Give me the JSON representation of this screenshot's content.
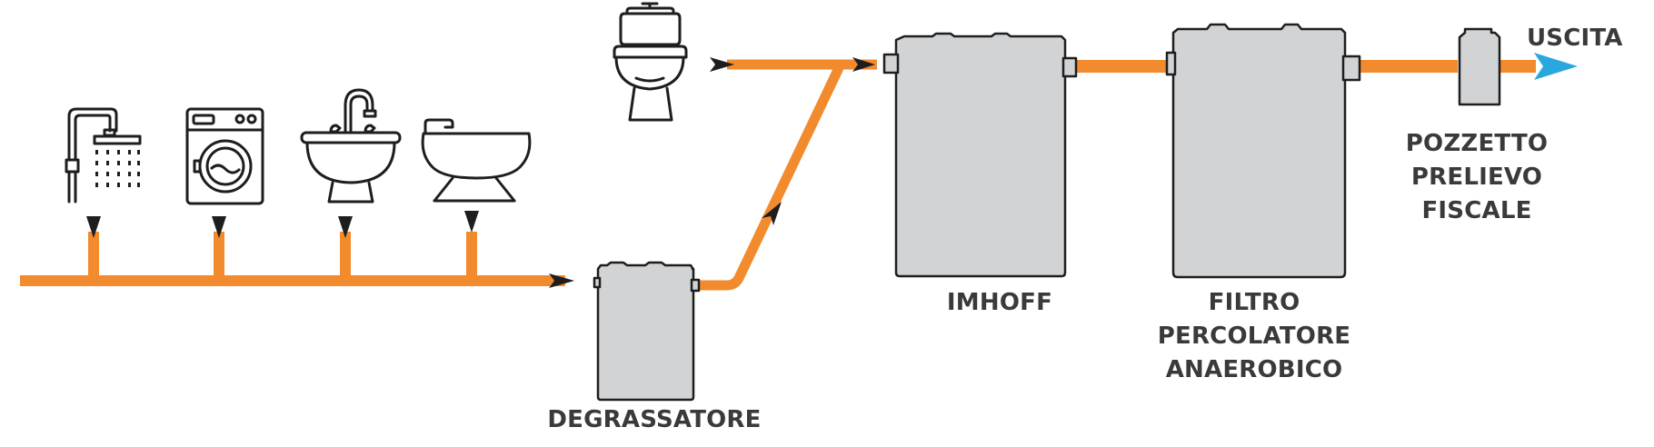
{
  "labels": {
    "degrassatore": "DEGRASSATORE",
    "imhoff": "IMHOFF",
    "filtro": [
      "FILTRO",
      "PERCOLATORE",
      "ANAEROBICO"
    ],
    "pozzetto": [
      "POZZETTO",
      "PRELIEVO",
      "FISCALE"
    ],
    "uscita": "USCITA"
  },
  "colors": {
    "pipe": "#f28a2e",
    "tank_fill": "#d2d3d5",
    "outline": "#1e1e1e",
    "label": "#3a3a3a",
    "outlet_arrow": "#29a8e0"
  },
  "icons": [
    "shower-icon",
    "washing-machine-icon",
    "sink-icon",
    "bidet-icon",
    "toilet-icon",
    "flow-arrow-icon",
    "outlet-arrow-icon"
  ]
}
